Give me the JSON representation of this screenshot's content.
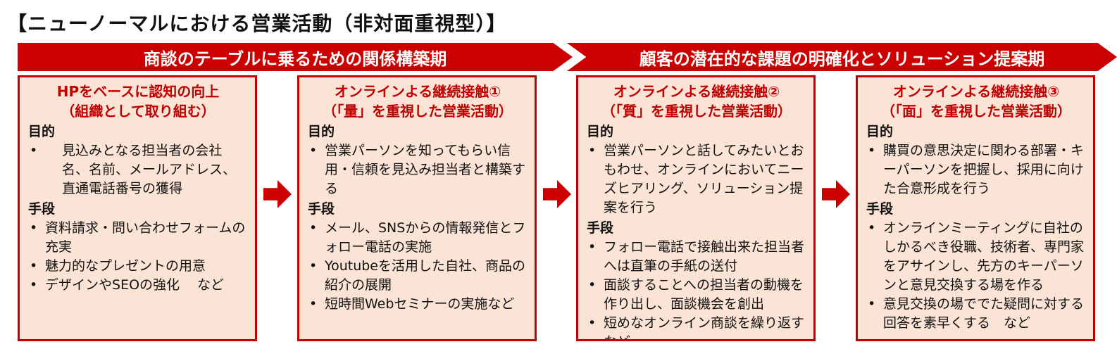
{
  "title": "【ニューノーマルにおける営業活動（非対面重視型）】",
  "banners": [
    "商談のテーブルに乗るための関係構築期",
    "顧客の潜在的な課題の明確化とソリューション提案期"
  ],
  "purpose_label": "目的",
  "means_label": "手段",
  "cards": [
    {
      "title_line1": "HPをベースに認知の向上",
      "title_line2": "（組織として取り組む）",
      "purpose": [
        "見込みとなる担当者の会社名、名前、メールアドレス、直通電話番号の獲得"
      ],
      "means": [
        "資料請求・問い合わせフォームの充実",
        "魅力的なプレゼントの用意",
        "デザインやSEOの強化　 など"
      ]
    },
    {
      "title_line1": "オンラインよる継続接触①",
      "title_line2": "（「量」を重視した営業活動）",
      "purpose": [
        "営業パーソンを知ってもらい信用・信頼を見込み担当者と構築する"
      ],
      "means": [
        "メール、SNSからの情報発信とフォロー電話の実施",
        "Youtubeを活用した自社、商品の紹介の展開",
        "短時間Webセミナーの実施など"
      ]
    },
    {
      "title_line1": "オンラインよる継続接触②",
      "title_line2": "（「質」を重視した営業活動）",
      "purpose": [
        "営業パーソンと話してみたいとおもわせ、オンラインにおいてニーズヒアリング、ソリューション提案を行う"
      ],
      "means": [
        "フォロー電話で接触出来た担当者へは直筆の手紙の送付",
        "面談することへの担当者の動機を作り出し、面談機会を創出",
        "短めなオンライン商談を繰り返すなど"
      ]
    },
    {
      "title_line1": "オンラインよる継続接触③",
      "title_line2": "（「面」を重視した営業活動）",
      "purpose": [
        "購買の意思決定に関わる部署・キーパーソンを把握し、採用に向けた合意形成を行う"
      ],
      "means": [
        "オンラインミーティングに自社のしかるべき役職、技術者、専門家をアサインし、先方のキーパーソンと意見交換する場を作る",
        "意見交換の場ででた疑問に対する回答を素早くする　など"
      ]
    }
  ]
}
